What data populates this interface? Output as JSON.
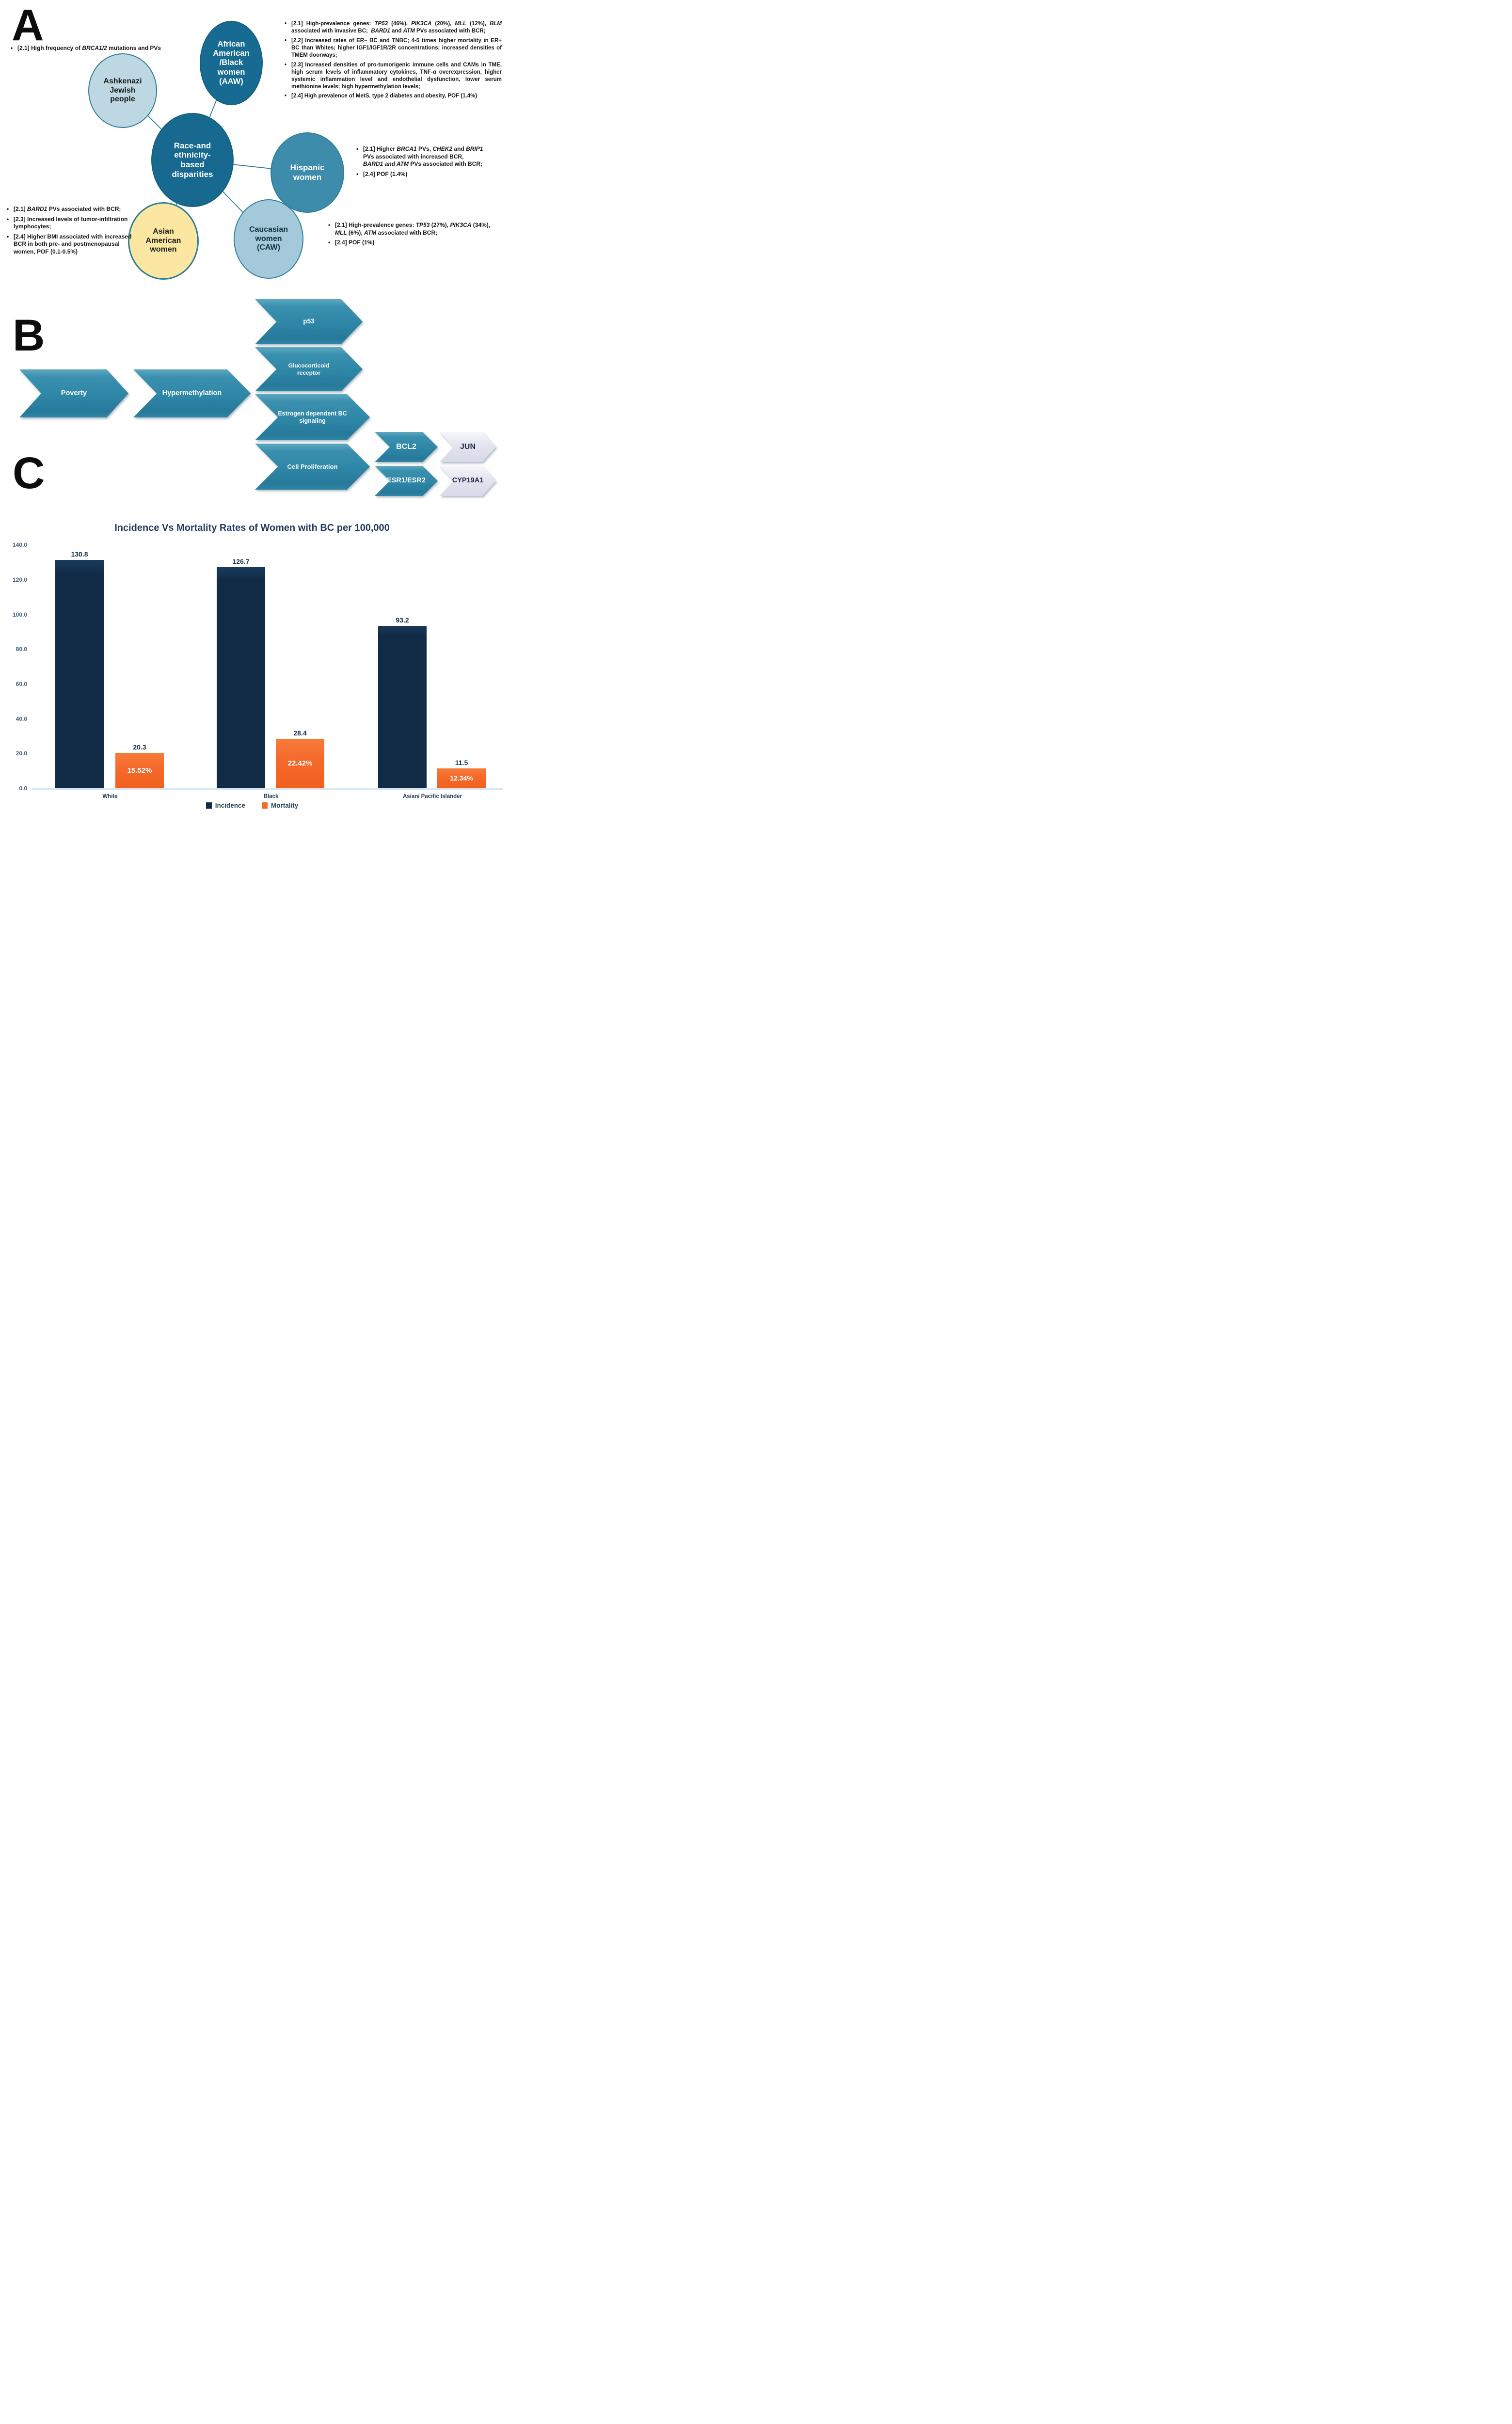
{
  "panelA": {
    "label": "A",
    "circles": {
      "center": "Race-and<br>ethnicity-<br>based<br>disparities",
      "ashkenazi": "Ashkenazi<br>Jewish<br>people",
      "aaw": "African<br>American<br>/Black<br>women<br>(AAW)",
      "hispanic": "Hispanic<br>women",
      "caucasian": "Caucasian<br>women<br>(CAW)",
      "asian": "Asian<br>American<br>women"
    },
    "notes": {
      "ashkenazi": [
        "[2.1] High frequency of <i>BRCA1/2</i> mutations and PVs"
      ],
      "aaw": [
        "[2.1] High-prevalence genes: <i>TP53</i> (46%), <i>PIK3CA</i> (20%), <i>MLL</i> (12%), <i>BLM</i> associated with invasive BC;&nbsp; <i>BARD1</i> and <i>ATM</i> PVs associated with BCR;",
        "[2.2] Increased rates of ER– BC and TNBC; 4-5 times higher mortality in ER+ BC than Whites; higher IGF1/IGF1R/2R concentrations; increased densities of TMEM doorways;",
        "[2.3] Increased densities of pro-tumorigenic immune cells and CAMs in TME, high serum levels of inflammatory cytokines, TNF-α overexpression, higher systemic inflammation level and endothelial dysfunction, lower serum methionine levels; high hypermethylation levels;",
        "[2.4] High prevalence of MetS, type 2 diabetes and obesity, POF (1.4%)"
      ],
      "hispanic": [
        "[2.1] Higher <i>BRCA1</i> PVs, <i>CHEK2</i> and <i>BRIP1</i> PVs associated with increased BCR, <i>BARD1 and ATM</i> PVs associated with BCR;",
        "[2.4] POF (1.4%)"
      ],
      "caucasian": [
        "[2.1] High-prevalence genes: <i>TP53</i> (27%), <i>PIK3CA</i> (34%), <i>MLL</i> (6%), <i>ATM</i> associated with BCR;",
        "[2.4] POF (1%)"
      ],
      "asian": [
        "[2.1] <i>BARD1</i> PVs associated with BCR;",
        "[2.3] Increased levels of tumor-infiltration lymphocytes;",
        "[2.4] Higher BMI associated with increased BCR in both pre- and postmenopausal women, POF (0.1-0.5%)"
      ]
    }
  },
  "panelB": {
    "label": "B",
    "arrows": {
      "poverty": "Poverty",
      "hypermethylation": "Hypermethylation",
      "p53": "p53",
      "glucocorticoid": "Glucocorticoid receptor",
      "estrogen": "Estrogen dependent BC signaling",
      "cell_proliferation": "Cell Proliferation",
      "bcl2": "BCL2",
      "jun": "JUN",
      "esr": "ESR1/ESR2",
      "cyp19a1": "CYP19A1"
    }
  },
  "panelC": {
    "label": "C"
  },
  "chart_data": {
    "type": "bar",
    "title": "Incidence Vs Mortality Rates of Women with BC per 100,000",
    "categories": [
      "White",
      "Black",
      "Asian/ Pacific Islander"
    ],
    "series": [
      {
        "name": "Incidence",
        "color": "#112b47",
        "values": [
          130.8,
          126.7,
          93.2
        ]
      },
      {
        "name": "Mortality",
        "color": "#f4692b",
        "values": [
          20.3,
          28.4,
          11.5
        ],
        "bar_labels": [
          "15.52%",
          "22.42%",
          "12.34%"
        ]
      }
    ],
    "ylim": [
      0,
      140
    ],
    "yticks": [
      "140.0",
      "120.0",
      "100.0",
      "80.0",
      "60.0",
      "40.0",
      "20.0",
      "0.0"
    ],
    "xlabel": "",
    "ylabel": "",
    "grid": false,
    "legend_position": "bottom"
  },
  "colors": {
    "teal_dark": "#176b92",
    "teal_mid": "#3d8cab",
    "blue_light": "#bdd8e2",
    "blue_pale": "#a4c9da",
    "yellow": "#fbe7a2",
    "arrow_teal": "#2f86a6",
    "arrow_gray": "#dcdde9",
    "navy": "#112b47",
    "orange": "#f4692b",
    "title_navy": "#1f3a5f"
  }
}
